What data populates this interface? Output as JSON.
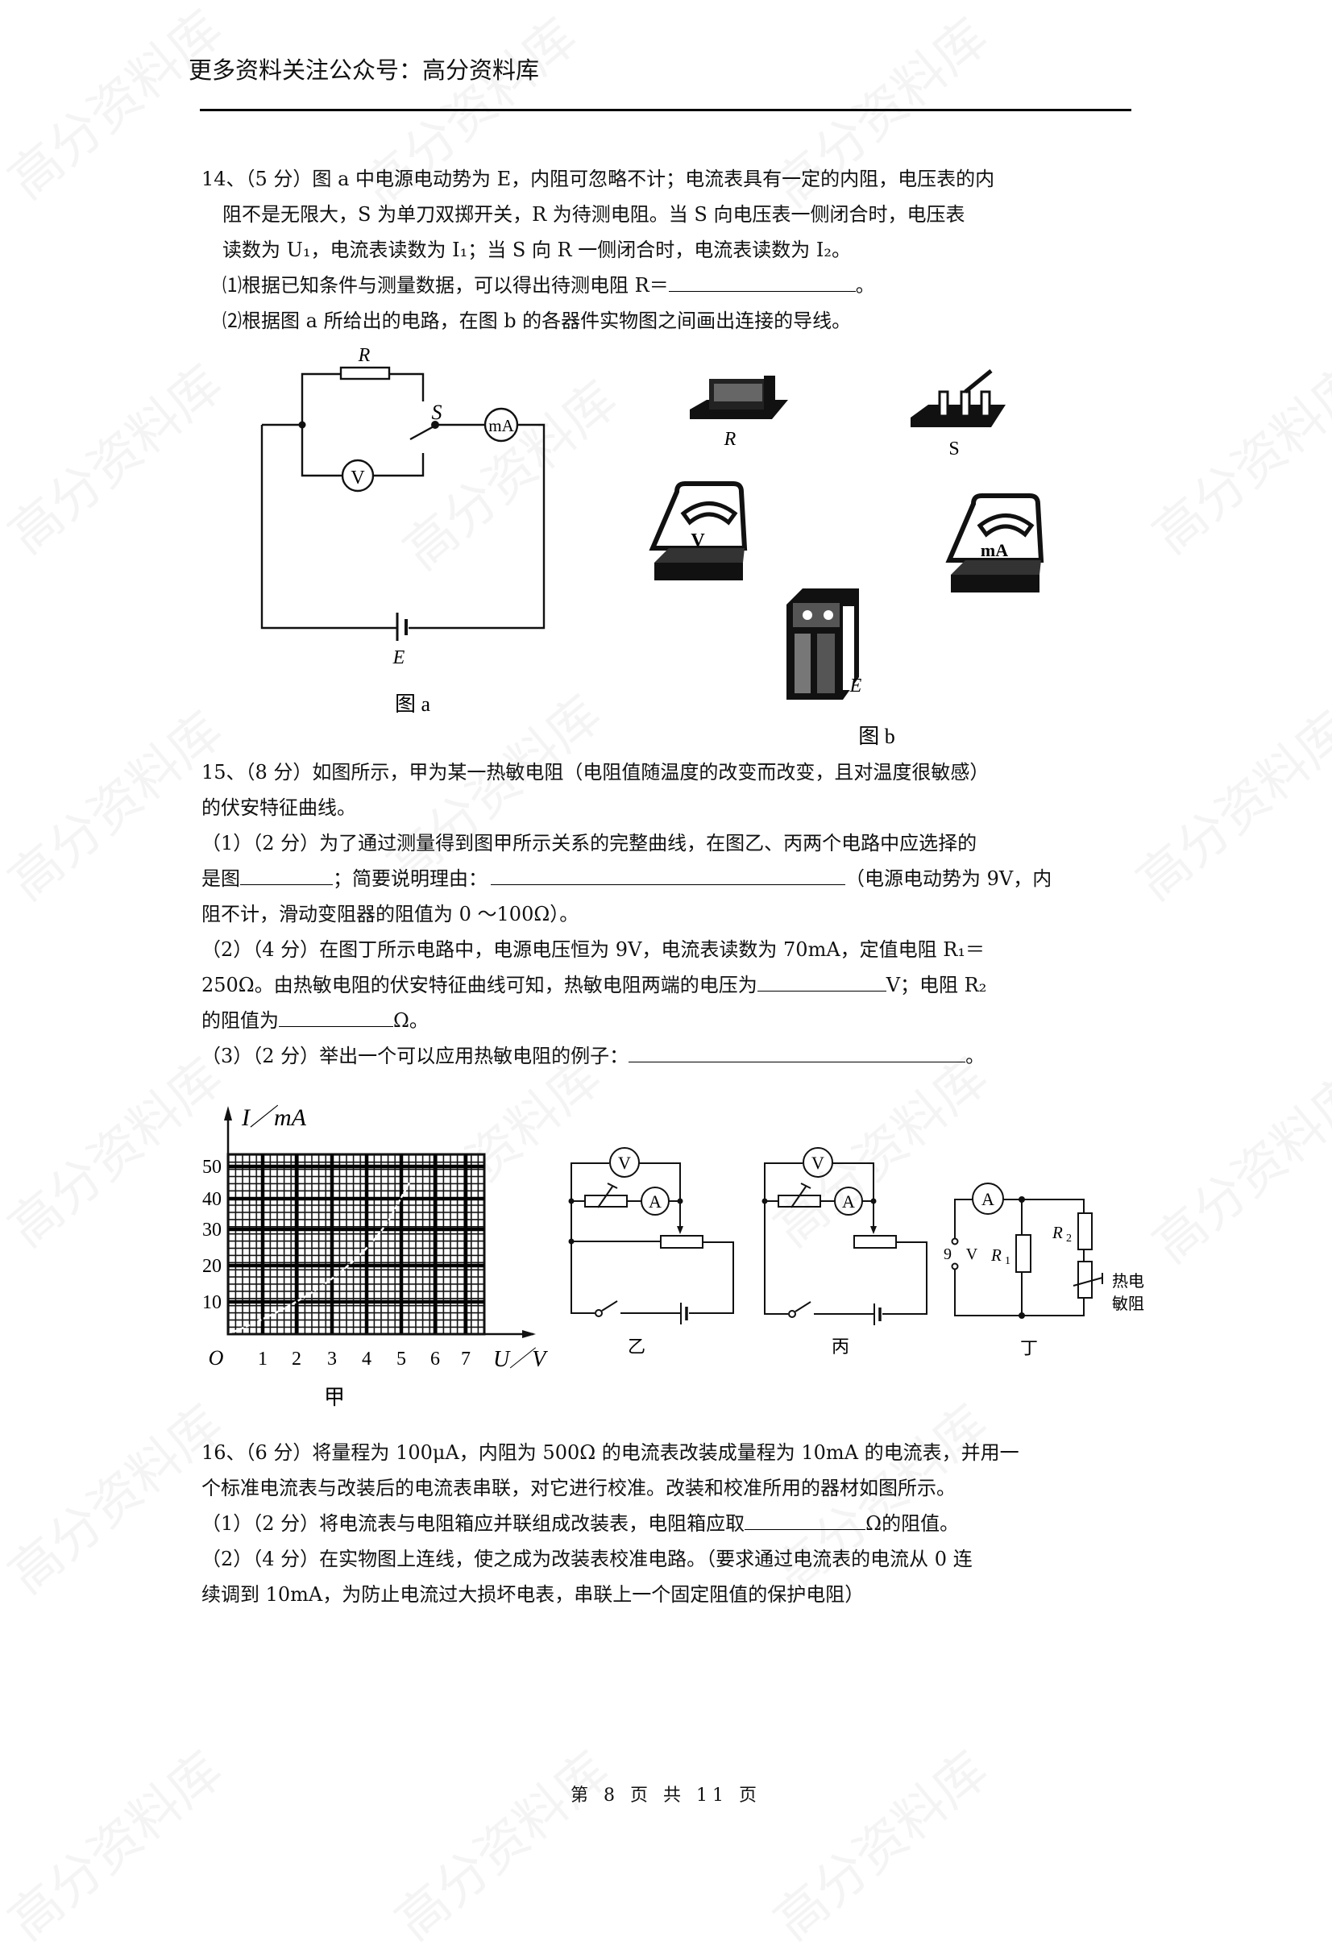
{
  "header": {
    "title": "更多资料关注公众号：高分资料库"
  },
  "watermark": "高分资料库",
  "q14": {
    "line1": "14、（5 分）图 a 中电源电动势为 E，内阻可忽略不计；电流表具有一定的内阻，电压表的内",
    "line2": "阻不是无限大，S 为单刀双掷开关，R 为待测电阻。当 S 向电压表一侧闭合时，电压表",
    "line3": "读数为 U₁，电流表读数为 I₁；当 S 向 R 一侧闭合时，电流表读数为 I₂。",
    "sub1": "⑴根据已知条件与测量数据，可以得出待测电阻 R＝",
    "sub1_end": "。",
    "sub2": "⑵根据图 a 所给出的电路，在图 b 的各器件实物图之间画出连接的导线。",
    "fig_a": {
      "caption": "图 a",
      "labels": {
        "resistor": "R",
        "switch": "S",
        "ammeter": "mA",
        "voltmeter": "V",
        "battery": "E"
      }
    },
    "fig_b": {
      "caption": "图 b",
      "labels": {
        "resistor": "R",
        "switch": "S",
        "voltmeter": "V",
        "ammeter": "mA",
        "battery": "E"
      }
    }
  },
  "q15": {
    "line1": "15、（8 分）如图所示，甲为某一热敏电阻（电阻值随温度的改变而改变，且对温度很敏感）",
    "line2": "的伏安特征曲线。",
    "p1_line1": "（1）（2 分）为了通过测量得到图甲所示关系的完整曲线，在图乙、丙两个电路中应选择的",
    "p1_line2a": "是图",
    "p1_line2b": "；简要说明理由：",
    "p1_line2c": "（电源电动势为 9V，内",
    "p1_line3": "阻不计，滑动变阻器的阻值为 0 ～100Ω）。",
    "p2_line1": "（2）（4 分）在图丁所示电路中，电源电压恒为 9V，电流表读数为 70mA，定值电阻 R₁＝",
    "p2_line2a": "250Ω。由热敏电阻的伏安特征曲线可知，热敏电阻两端的电压为",
    "p2_line2b": "V；电阻 R₂",
    "p2_line3a": "的阻值为",
    "p2_line3b": "Ω。",
    "p3_a": "（3）（2 分）举出一个可以应用热敏电阻的例子：",
    "p3_b": "。",
    "fig_jia": {
      "caption": "甲",
      "ylabel": "I／mA",
      "xlabel": "U／V",
      "origin": "O",
      "yticks": [
        "10",
        "20",
        "30",
        "40",
        "50"
      ],
      "xticks": [
        "1",
        "2",
        "3",
        "4",
        "5",
        "6",
        "7"
      ]
    },
    "fig_yi": {
      "caption": "乙",
      "meter_v": "V",
      "meter_a": "A"
    },
    "fig_bing": {
      "caption": "丙",
      "meter_v": "V",
      "meter_a": "A"
    },
    "fig_ding": {
      "caption": "丁",
      "meter_a": "A",
      "source_9": "9",
      "source_v": "V",
      "r1": "R",
      "r1_sub": "1",
      "r2": "R",
      "r2_sub": "2",
      "thermistor_l1": "热电",
      "thermistor_l2": "敏阻"
    }
  },
  "q16": {
    "line1": "16、（6 分）将量程为 100μA，内阻为 500Ω 的电流表改装成量程为 10mA 的电流表，并用一",
    "line2": "个标准电流表与改装后的电流表串联，对它进行校准。改装和校准所用的器材如图所示。",
    "p1_a": "（1）（2 分）将电流表与电阻箱应并联组成改装表，电阻箱应取",
    "p1_b": "Ω的阻值。",
    "p2_line1": "（2）（4 分）在实物图上连线，使之成为改装表校准电路。（要求通过电流表的电流从 0 连",
    "p2_line2": "续调到 10mA，为防止电流过大损坏电表，串联上一个固定阻值的保护电阻）"
  },
  "footer": {
    "page": "第 8 页 共 11 页"
  },
  "chart_data": {
    "type": "line",
    "title": "甲",
    "xlabel": "U/V",
    "ylabel": "I/mA",
    "xlim": [
      0,
      7.5
    ],
    "ylim": [
      0,
      53
    ],
    "grid": true,
    "x_ticks": [
      1,
      2,
      3,
      4,
      5,
      6,
      7
    ],
    "y_ticks": [
      10,
      20,
      30,
      40,
      50
    ],
    "series": [
      {
        "name": "热敏电阻伏安特征曲线",
        "x": [
          0,
          1,
          2,
          3,
          4,
          4.5,
          5,
          5.5
        ],
        "y": [
          0,
          4,
          10,
          17,
          27,
          33,
          40,
          48
        ]
      }
    ]
  }
}
